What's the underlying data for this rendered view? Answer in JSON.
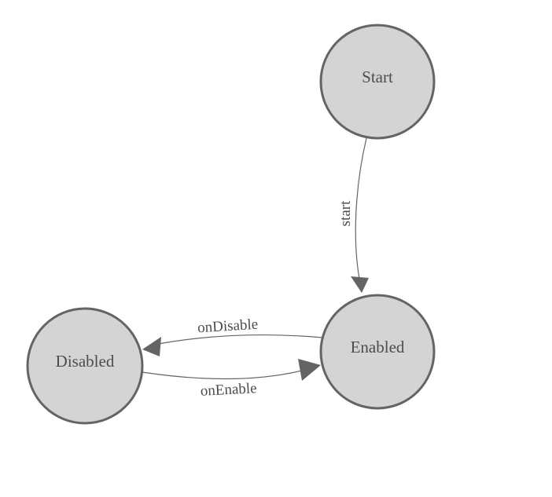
{
  "diagram": {
    "type": "finite-state-machine",
    "colors": {
      "canvas": "#ffffff",
      "state_fill": "#d4d4d4",
      "state_stroke": "#646464",
      "edge_color": "#646464",
      "label_color": "#4d4d4d"
    },
    "states": [
      {
        "id": "start",
        "label": "Start"
      },
      {
        "id": "enabled",
        "label": "Enabled"
      },
      {
        "id": "disabled",
        "label": "Disabled"
      }
    ],
    "transitions": [
      {
        "from": "Start",
        "to": "Enabled",
        "label": "start"
      },
      {
        "from": "Enabled",
        "to": "Disabled",
        "label": "onDisable"
      },
      {
        "from": "Disabled",
        "to": "Enabled",
        "label": "onEnable"
      }
    ]
  }
}
